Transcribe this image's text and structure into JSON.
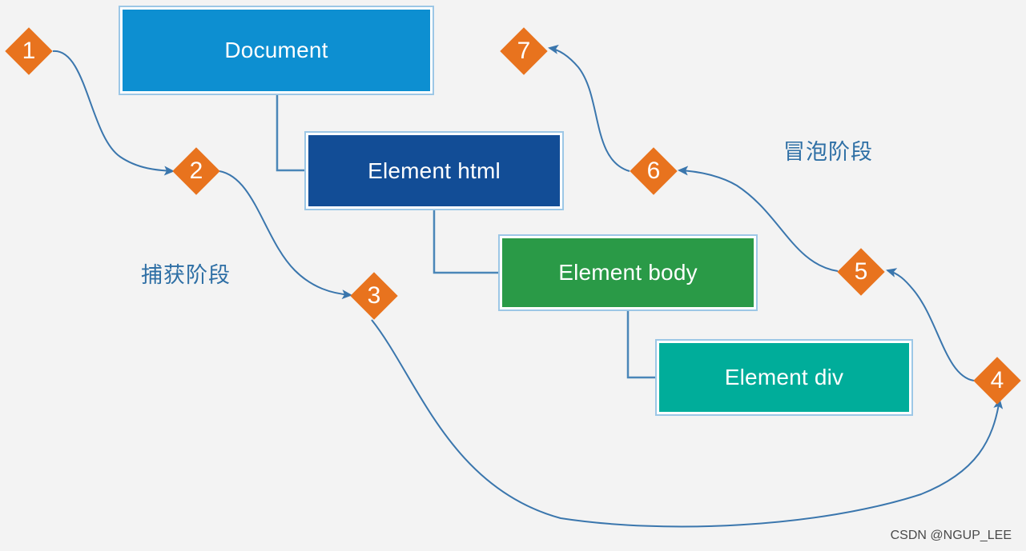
{
  "boxes": {
    "document": {
      "label": "Document",
      "color": "#0d8fd1"
    },
    "html": {
      "label": "Element html",
      "color": "#124d96"
    },
    "body": {
      "label": "Element body",
      "color": "#2a9a47"
    },
    "div": {
      "label": "Element div",
      "color": "#00ad9a"
    }
  },
  "markers": [
    "1",
    "2",
    "3",
    "4",
    "5",
    "6",
    "7"
  ],
  "phases": {
    "capture": "捕获阶段",
    "bubble": "冒泡阶段"
  },
  "colors": {
    "marker": "#e8731e",
    "arrow": "#3a76ad",
    "connector": "#4a86b8",
    "phase_text": "#2e6fa5"
  },
  "watermark": "CSDN @NGUP_LEE"
}
